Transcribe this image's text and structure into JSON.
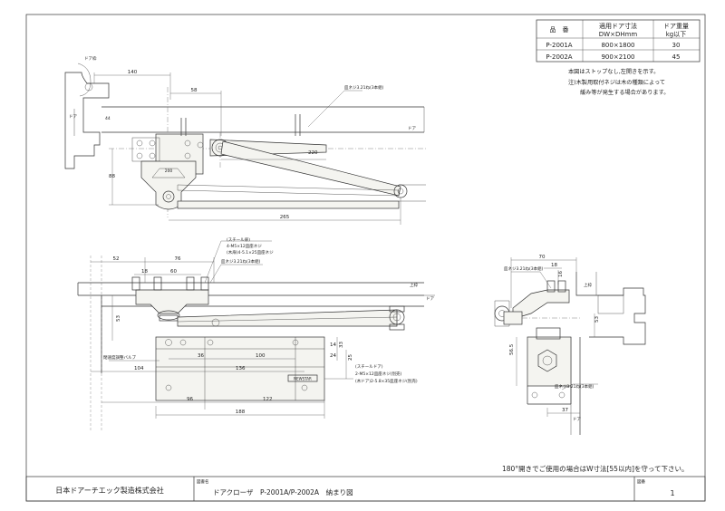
{
  "spec_table": {
    "headers": {
      "model": "品　番",
      "door_size_line1": "適用ドア寸法",
      "door_size_line2": "DW×DHmm",
      "weight_line1": "ドア重量",
      "weight_line2": "kg以下"
    },
    "rows": [
      {
        "model": "P-2001A",
        "size": "800×1800",
        "weight": "30"
      },
      {
        "model": "P-2002A",
        "size": "900×2100",
        "weight": "45"
      }
    ]
  },
  "notes": [
    "本図はストップなし,左開きを示す。",
    "注)木製用取付ネジは木の種類によって",
    "緩み等が発生する場合があります。"
  ],
  "warning": "180°開きでご使用の場合はW寸法[55以内]を守って下さい。",
  "title_block": {
    "company": "日本ドアーチエック製造株式会社",
    "name_label": "図書名",
    "drawing_title": "ドアクローザ　P-2001A/P-2002A　納まり図",
    "sheet_label": "図番",
    "sheet_number": "1"
  },
  "top_view": {
    "dims": [
      "140",
      "58",
      "220",
      "88",
      "200",
      "265"
    ],
    "labels": {
      "door_frame": "ドア枠",
      "door": "ドア",
      "door_right": "ドア",
      "screw_note": "皿ネジ3.21ね(3本組)",
      "thickness": "44"
    }
  },
  "front_view": {
    "dims": [
      "52",
      "76",
      "18",
      "60",
      "36",
      "100",
      "104",
      "136",
      "96",
      "122",
      "188",
      "53",
      "33",
      "25",
      "14",
      "24"
    ],
    "labels": {
      "steel_arm_title": "(スチール扉)",
      "steel_screw_1": "4-M5×12皿座ネジ",
      "steel_screw_2": "(木扉)4-5.1×25皿座ネジ",
      "top_screw": "皿ネジ3.21ね(3本組)",
      "frame": "上枠",
      "door": "ドア",
      "valve": "閉速度調整バルブ",
      "steel_door": "(スチールドア)",
      "steel_door_screw": "2-M5×12皿座ネジ(別売)",
      "wood_door_screw": "(木ドア)2-5.8×35皿座ネジ(別売)",
      "nameplate": "NEWSTAR"
    }
  },
  "side_view": {
    "dims": [
      "70",
      "18",
      "16",
      "53",
      "56.5",
      "37"
    ],
    "labels": {
      "top_screw": "皿ネジ3.21ね(3本組)",
      "bottom_screw": "皿ネジ3.21ね(3本組)",
      "frame": "上枠",
      "door": "ドア"
    }
  }
}
